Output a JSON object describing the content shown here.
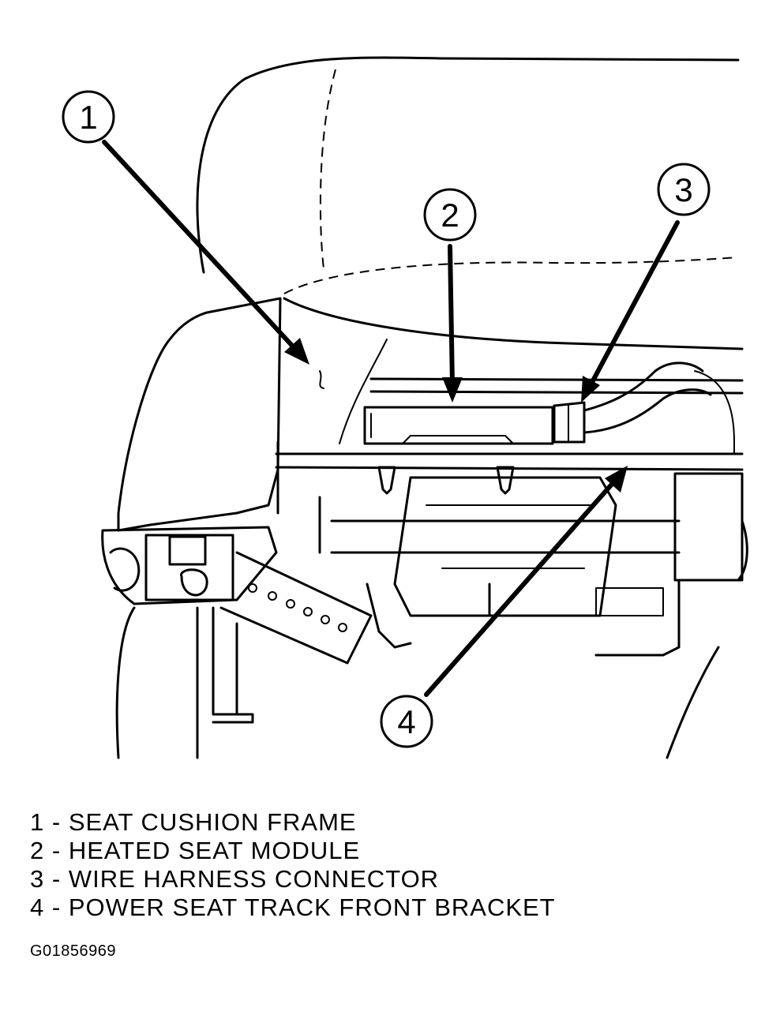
{
  "callouts": [
    {
      "number": "1",
      "label": "SEAT CUSHION FRAME"
    },
    {
      "number": "2",
      "label": "HEATED SEAT MODULE"
    },
    {
      "number": "3",
      "label": "WIRE HARNESS CONNECTOR"
    },
    {
      "number": "4",
      "label": "POWER SEAT TRACK FRONT BRACKET"
    }
  ],
  "legend_separator": "-",
  "figure_id": "G01856969",
  "colors": {
    "ink": "#000000",
    "paper": "#ffffff"
  }
}
